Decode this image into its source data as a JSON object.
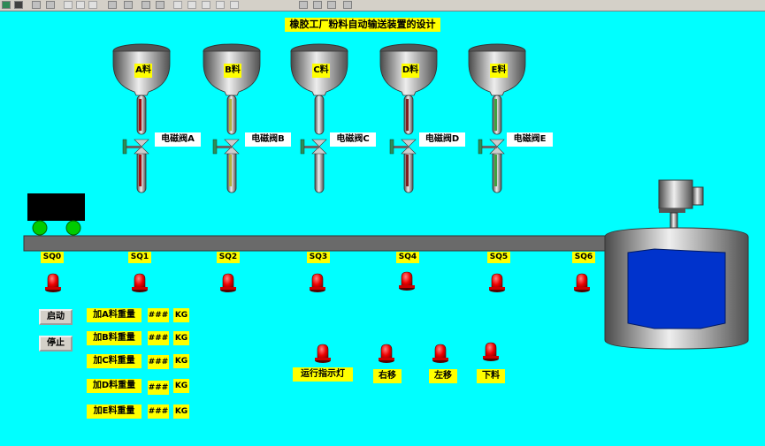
{
  "title": "橡胶工厂粉料自动输送装置的设计",
  "hoppers": [
    {
      "label": "A料",
      "valve": "电磁阀A"
    },
    {
      "label": "B料",
      "valve": "电磁阀B"
    },
    {
      "label": "C料",
      "valve": "电磁阀C"
    },
    {
      "label": "D料",
      "valve": "电磁阀D"
    },
    {
      "label": "E料",
      "valve": "电磁阀E"
    }
  ],
  "sensors": [
    "SQ0",
    "SQ1",
    "SQ2",
    "SQ3",
    "SQ4",
    "SQ5",
    "SQ6"
  ],
  "controls": {
    "start": "启动",
    "stop": "停止"
  },
  "weights": [
    {
      "label": "加A料重量",
      "value": "###",
      "unit": "KG"
    },
    {
      "label": "加B料重量",
      "value": "###",
      "unit": "KG"
    },
    {
      "label": "加C料重量",
      "value": "###",
      "unit": "KG"
    },
    {
      "label": "加D料重量",
      "value": "###",
      "unit": "KG"
    },
    {
      "label": "加E料重量",
      "value": "###",
      "unit": "KG"
    }
  ],
  "indicators": [
    "运行指示灯",
    "右移",
    "左移",
    "下料"
  ],
  "colors": {
    "background": "#00ffff",
    "label": "#ffff00",
    "lamp": "#ff0000",
    "mixer_window": "#0033cc",
    "cart": "#000000",
    "wheel": "#00cc00"
  }
}
